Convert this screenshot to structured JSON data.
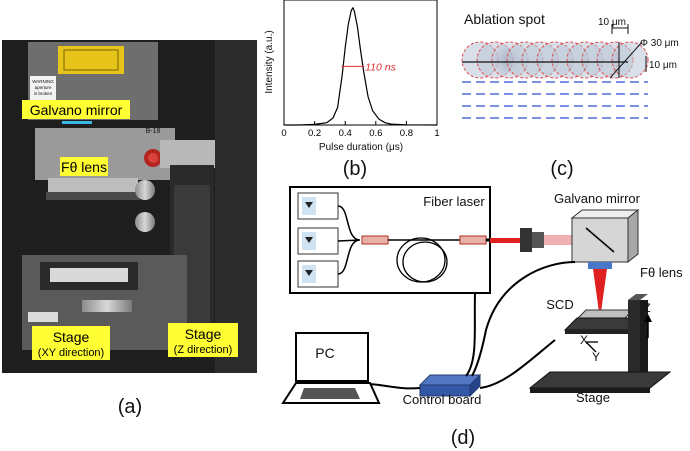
{
  "panel_a": {
    "warning_lines": [
      "WARNING",
      "aperture",
      "is broken"
    ],
    "galvano_label": "Galvano mirror",
    "ftheta_lens_label": "Fθ lens",
    "small_text": "B-18",
    "stage_xy_label": "Stage",
    "stage_xy_sub": "(XY direction)",
    "stage_z_label": "Stage",
    "stage_z_sub": "(Z direction)",
    "caption": "(a)"
  },
  "panel_b": {
    "caption": "(b)",
    "annotation": "110 ns",
    "colors": {
      "curve": "#000000",
      "annotation": "#e03030"
    }
  },
  "panel_c": {
    "title": "Ablation spot",
    "dim_step": "10 μm",
    "dim_diameter": "Φ 30 μm",
    "dim_pitch": "10 μm",
    "caption": "(c)",
    "colors": {
      "spot_border": "#e05050",
      "spot_fill": "#b9c4d6",
      "scan_line": "#2d4fcf"
    }
  },
  "panel_d": {
    "fiber_laser": "Fiber laser",
    "galvano_mirror": "Galvano mirror",
    "ftheta_lens": "Fθ lens",
    "scd": "SCD",
    "axis_x": "X",
    "axis_y": "Y",
    "axis_z": "Z",
    "pc": "PC",
    "control_board": "Control board",
    "stage": "Stage",
    "caption": "(d)",
    "colors": {
      "laser_beam": "#e02020",
      "control_board": "#3457a6",
      "lens": "#4a78c8"
    }
  },
  "chart_data": {
    "type": "line",
    "title": "",
    "xlabel": "Pulse duration (μs)",
    "ylabel": "Intensity (a.u.)",
    "xlim": [
      0,
      1
    ],
    "ylim": [
      0,
      1.05
    ],
    "xticks": [
      "0",
      "0.2",
      "0.4",
      "0.6",
      "0.8",
      "1"
    ],
    "grid": false,
    "annotation": "110 ns",
    "series": [
      {
        "x": [
          0,
          0.1,
          0.2,
          0.28,
          0.32,
          0.35,
          0.38,
          0.4,
          0.42,
          0.44,
          0.45,
          0.46,
          0.48,
          0.5,
          0.52,
          0.55,
          0.58,
          0.62,
          0.66,
          0.7,
          0.8,
          1.0
        ],
        "y": [
          0,
          0,
          0.005,
          0.02,
          0.06,
          0.15,
          0.42,
          0.66,
          0.86,
          0.98,
          1.0,
          0.97,
          0.84,
          0.64,
          0.46,
          0.24,
          0.12,
          0.05,
          0.02,
          0.008,
          0.002,
          0
        ]
      }
    ]
  }
}
